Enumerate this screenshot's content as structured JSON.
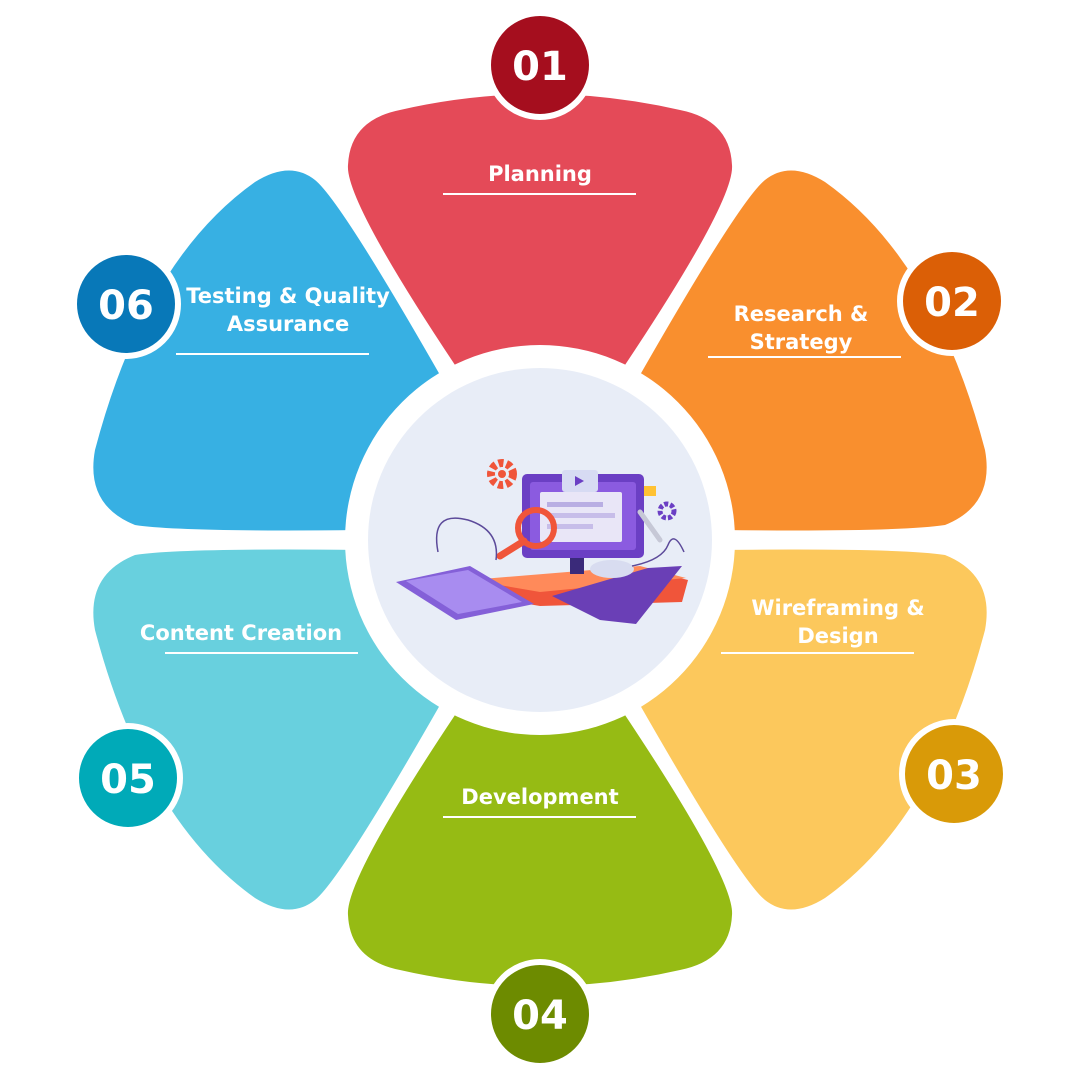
{
  "steps": [
    {
      "number": "01",
      "label_lines": [
        "Planning"
      ],
      "petal_color": "#e44a58",
      "badge_color": "#a50e1e"
    },
    {
      "number": "02",
      "label_lines": [
        "Research &",
        "Strategy"
      ],
      "petal_color": "#f98f2e",
      "badge_color": "#db5f06"
    },
    {
      "number": "03",
      "label_lines": [
        "Wireframing &",
        "Design"
      ],
      "petal_color": "#fcc85c",
      "badge_color": "#d99a08"
    },
    {
      "number": "04",
      "label_lines": [
        "Development"
      ],
      "petal_color": "#96bb14",
      "badge_color": "#6d8b00"
    },
    {
      "number": "05",
      "label_lines": [
        "Content Creation"
      ],
      "petal_color": "#68d0de",
      "badge_color": "#00aab8"
    },
    {
      "number": "06",
      "label_lines": [
        "Testing & Quality",
        "Assurance"
      ],
      "petal_color": "#37b0e3",
      "badge_color": "#0878b8"
    }
  ],
  "center": {
    "illustration": "computer-workstation-illustration",
    "background_color": "#e8edf7"
  }
}
